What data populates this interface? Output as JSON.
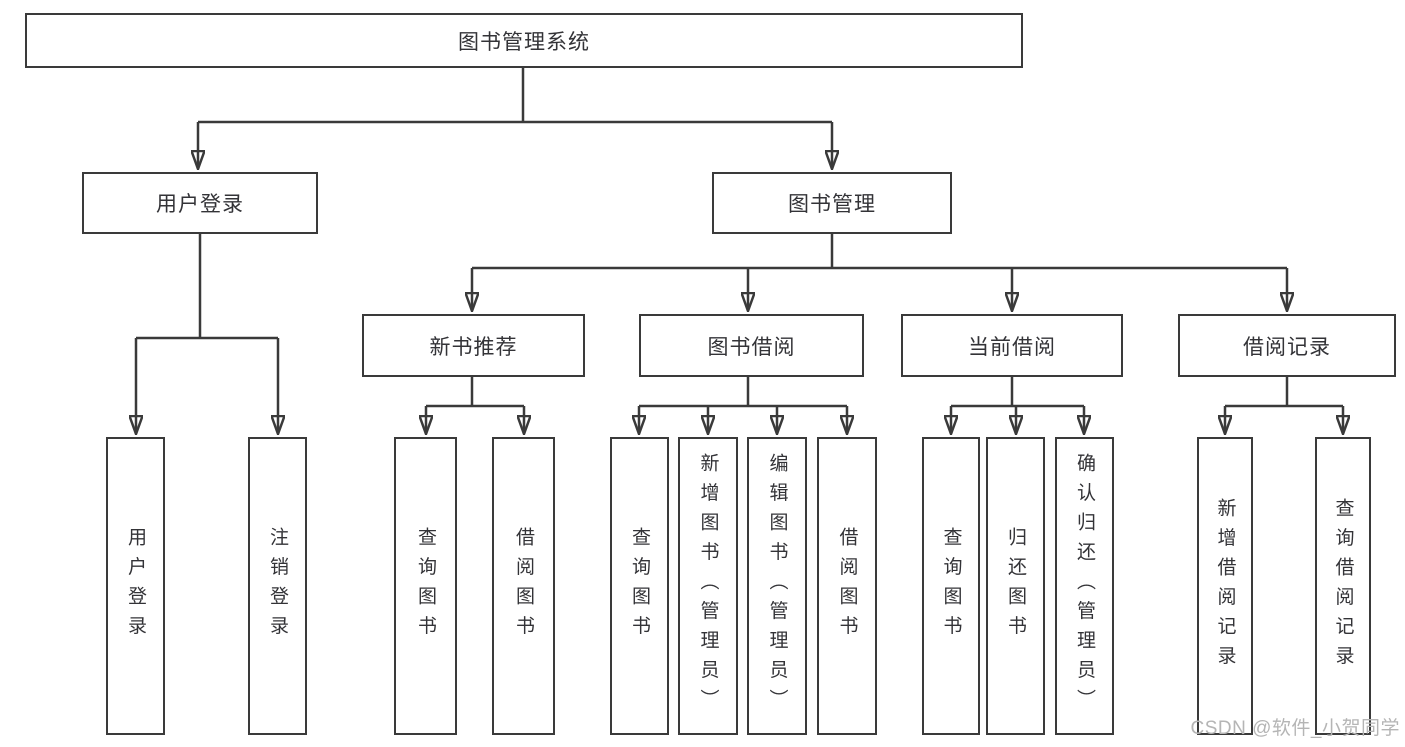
{
  "diagram_title": "图书管理系统",
  "tree": {
    "label": "图书管理系统",
    "children": [
      {
        "label": "用户登录",
        "children": [
          {
            "label": "用户登录"
          },
          {
            "label": "注销登录"
          }
        ]
      },
      {
        "label": "图书管理",
        "children": [
          {
            "label": "新书推荐",
            "children": [
              {
                "label": "查询图书"
              },
              {
                "label": "借阅图书"
              }
            ]
          },
          {
            "label": "图书借阅",
            "children": [
              {
                "label": "查询图书"
              },
              {
                "label": "新增图书（管理员）"
              },
              {
                "label": "编辑图书（管理员）"
              },
              {
                "label": "借阅图书"
              }
            ]
          },
          {
            "label": "当前借阅",
            "children": [
              {
                "label": "查询图书"
              },
              {
                "label": "归还图书"
              },
              {
                "label": "确认归还（管理员）"
              }
            ]
          },
          {
            "label": "借阅记录",
            "children": [
              {
                "label": "新增借阅记录"
              },
              {
                "label": "查询借阅记录"
              }
            ]
          }
        ]
      }
    ]
  },
  "watermark": "CSDN @软件_小贺同学",
  "colors": {
    "line": "#3a3a3a",
    "box_border": "#3a3a3a",
    "box_fill": "#ffffff",
    "text": "#333337",
    "watermark": "#b5b5b5",
    "background": "#ffffff"
  }
}
